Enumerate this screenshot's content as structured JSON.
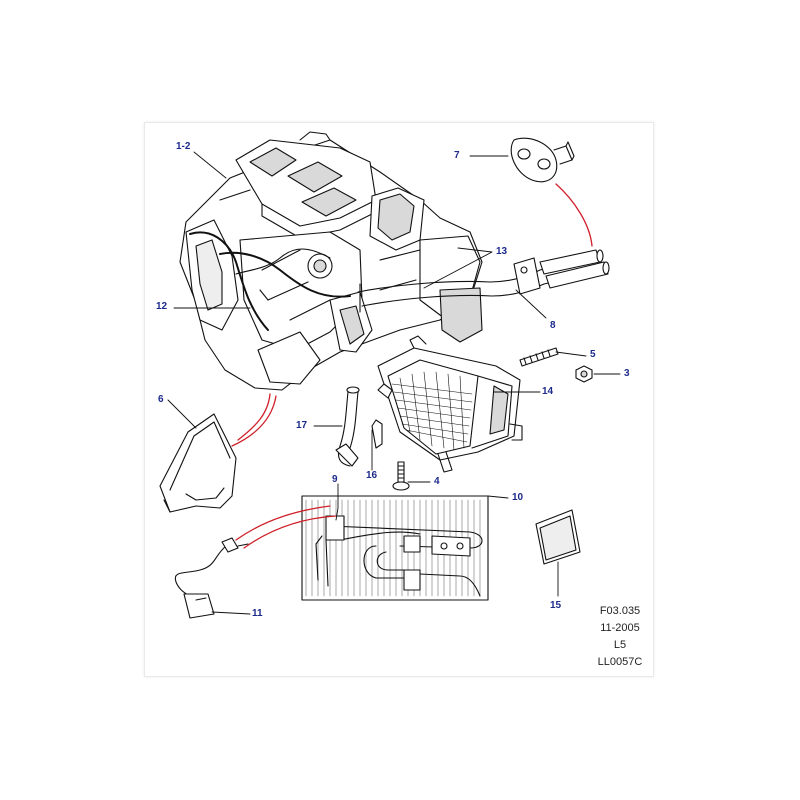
{
  "colors": {
    "callout": "#1c2a8c",
    "connector": "#d0202a",
    "outline": "#111111",
    "part_fill": "#ffffff",
    "shade": "#d9d9d9",
    "frame_background": "#ffffff"
  },
  "callouts": {
    "c1_2": "1-2",
    "c3": "3",
    "c4": "4",
    "c5": "5",
    "c6": "6",
    "c7": "7",
    "c8": "8",
    "c9": "9",
    "c10": "10",
    "c11": "11",
    "c12": "12",
    "c13": "13",
    "c14": "14",
    "c15": "15",
    "c16": "16",
    "c17": "17"
  },
  "reference": {
    "figure": "F03.035",
    "date": "11-2005",
    "model": "L5",
    "code": "LL0057C"
  }
}
